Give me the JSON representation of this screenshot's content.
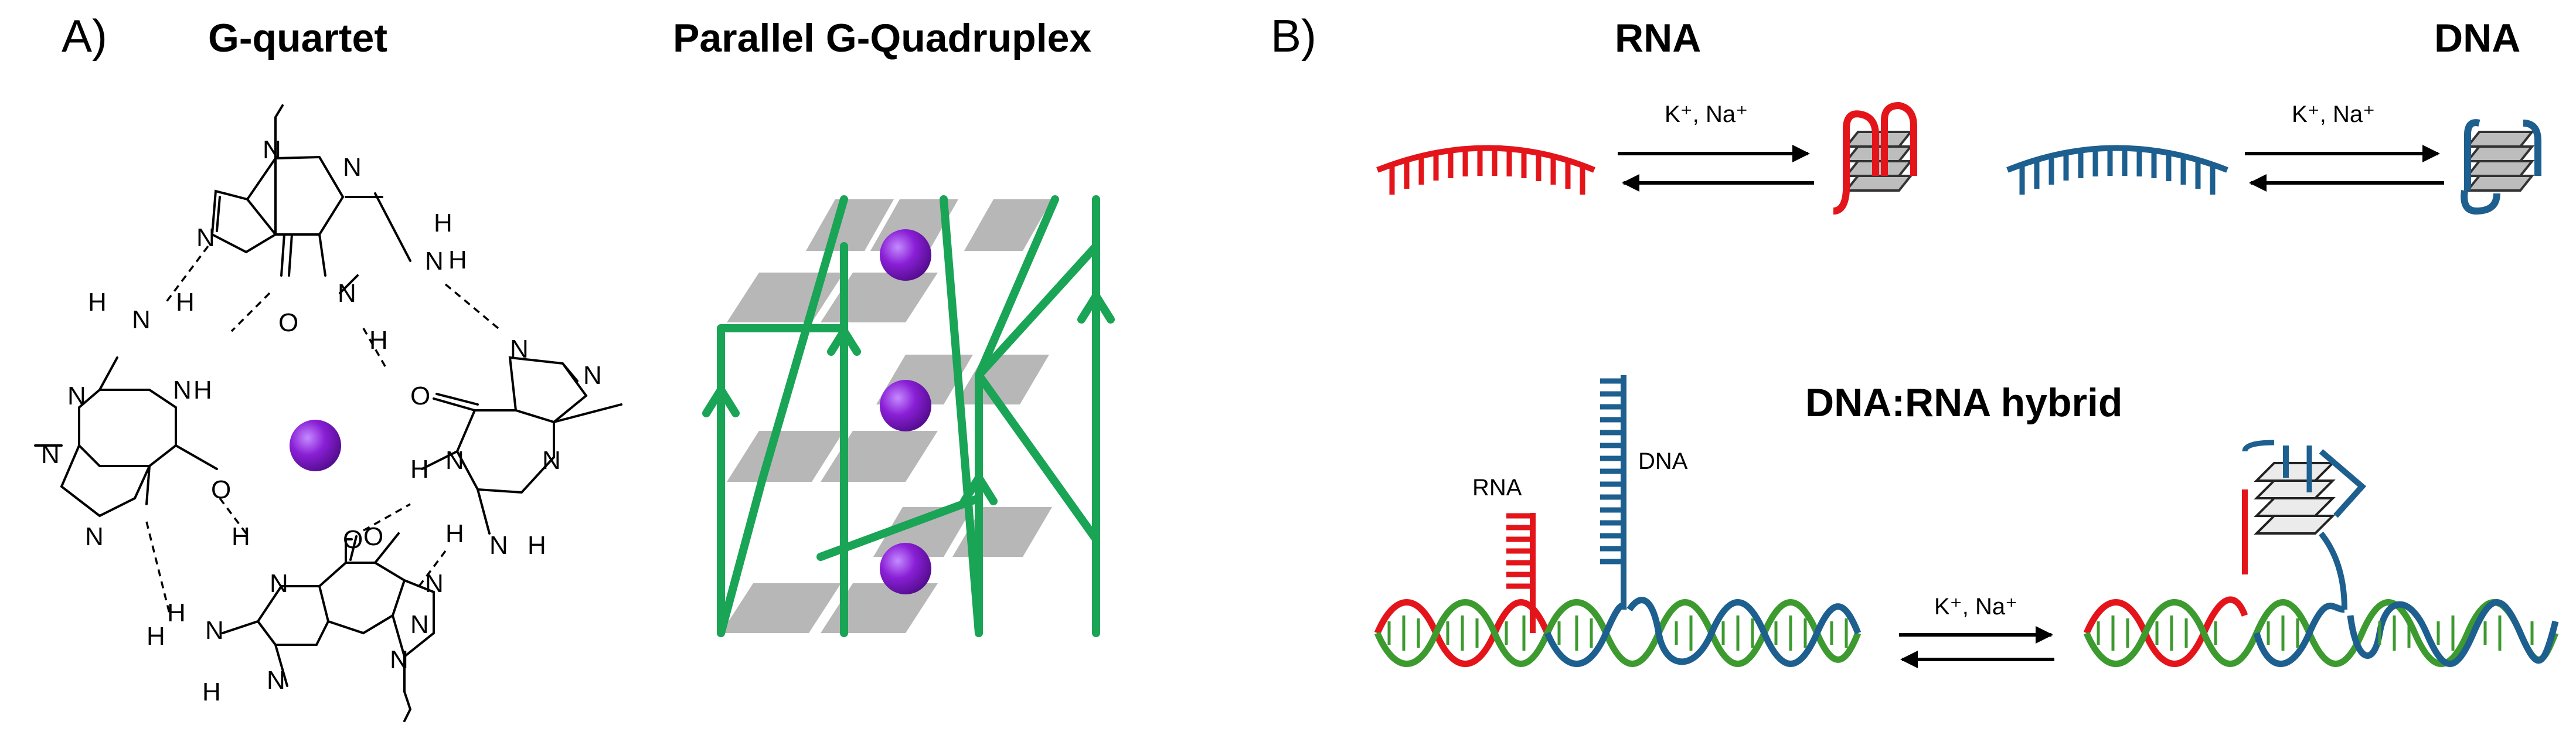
{
  "panel_a": {
    "label": "A)",
    "g_quartet": {
      "title": "G-quartet",
      "atoms": {
        "N": "N",
        "H": "H",
        "O": "O"
      },
      "ion_color": "#8a1fd6"
    },
    "quadruplex": {
      "title": "Parallel G-Quadruplex",
      "strand_color": "#1aa456",
      "tile_color": "#b7b7b7",
      "ion_color": "#8a1fd6"
    }
  },
  "panel_b": {
    "label": "B)",
    "rna": {
      "title": "RNA",
      "cations": "K⁺, Na⁺",
      "color": "#e4141b"
    },
    "dna": {
      "title": "DNA",
      "cations": "K⁺, Na⁺",
      "color": "#1d5f8f"
    },
    "hybrid": {
      "title": "DNA:RNA hybrid",
      "rna_label": "RNA",
      "dna_label": "DNA",
      "cations": "K⁺, Na⁺",
      "duplex_color": "#3c9a2f"
    }
  }
}
